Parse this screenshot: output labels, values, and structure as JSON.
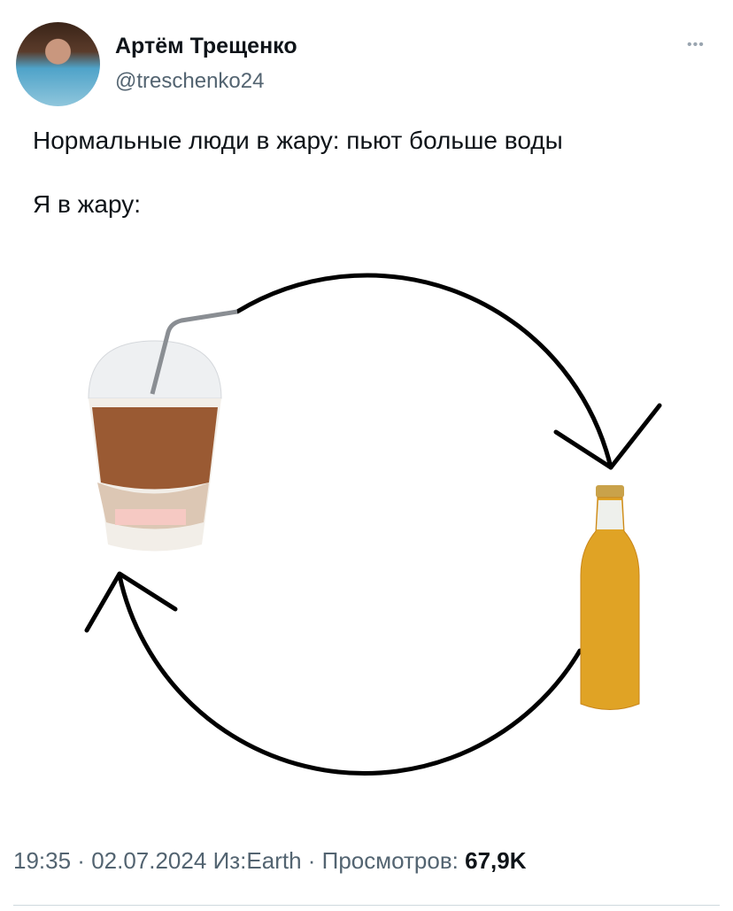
{
  "author": {
    "name": "Артём Трещенко",
    "handle": "@treschenko24"
  },
  "tweet": {
    "line1": "Нормальные люди в жару: пьют больше воды",
    "line2": "Я в жару:"
  },
  "meta": {
    "time": "19:35",
    "sep": " · ",
    "date": "02.07.2024",
    "source": "Из:Earth",
    "views_label": "Просмотров:",
    "views": "67,9K"
  },
  "more_icon": "•••"
}
